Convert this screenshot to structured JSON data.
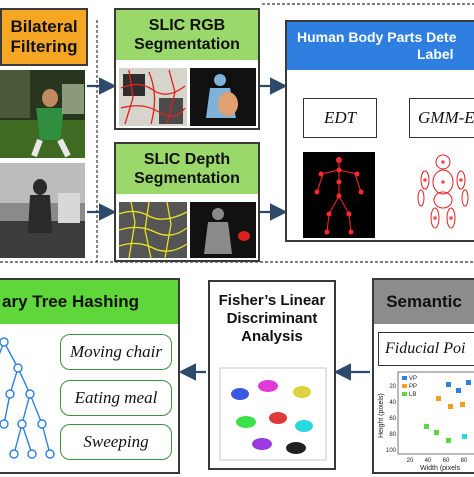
{
  "stages": {
    "bilateral": {
      "title_line1": "Bilateral",
      "title_line2": "Filtering",
      "color": "#f5a623"
    },
    "slic_rgb": {
      "title_line1": "SLIC RGB",
      "title_line2": "Segmentation",
      "color": "#9bd86b"
    },
    "slic_depth": {
      "title_line1": "SLIC Depth",
      "title_line2": "Segmentation",
      "color": "#9bd86b"
    },
    "body_parts": {
      "title_line1": "Human Body Parts Dete",
      "title_line2": "Label",
      "color": "#2f7fe0"
    },
    "edt": {
      "label": "EDT"
    },
    "gmm": {
      "label": "GMM-E"
    },
    "binary_tree": {
      "title": "ary Tree Hashing",
      "color": "#5fd63a",
      "activities": [
        "Moving chair",
        "Eating meal",
        "Sweeping"
      ]
    },
    "fisher": {
      "title_line1": "Fisher’s Linear",
      "title_line2": "Discriminant",
      "title_line3": "Analysis"
    },
    "semantic": {
      "title": "Semantic",
      "color": "#8c8c8c"
    },
    "fiducial": {
      "label": "Fiducial Poi"
    }
  },
  "fiducial_plot": {
    "legend": [
      "VP",
      "PP",
      "LB"
    ],
    "ylabel": "Height (pixels)",
    "xlabel": "Width (pixels",
    "yticks": [
      "20",
      "40",
      "60",
      "80",
      "100"
    ],
    "xticks": [
      "20",
      "40",
      "60",
      "80"
    ]
  },
  "colors": {
    "arrow": "#2e4a6b",
    "frame": "#3a3a3a",
    "pill_border": "#3f8f3f"
  }
}
